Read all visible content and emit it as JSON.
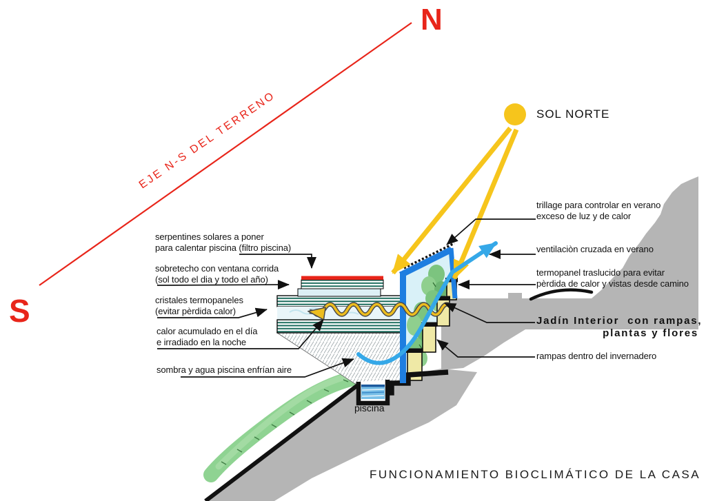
{
  "palette": {
    "axis_red": "#e8251a",
    "sun_yellow": "#f6c51c",
    "ventilation_cyan": "#35a8e8",
    "glass_blue": "#1e7ee0",
    "terrain_gray": "#b5b5b5",
    "vegetation_green": "#8fd392",
    "wall_yellow": "#efe9a6",
    "stripe_teal": "#1a6b5c"
  },
  "compass": {
    "north_letter": "N",
    "south_letter": "S",
    "axis_label": "EJE N-S DEL TERRENO"
  },
  "sun": {
    "label": "SOL NORTE"
  },
  "labels_left": [
    {
      "lines": [
        "serpentines solares a poner",
        "para calentar piscina (filtro piscina)"
      ]
    },
    {
      "lines": [
        "sobretecho con ventana corrida",
        "(sol todo el dia y todo el año)"
      ]
    },
    {
      "lines": [
        "cristales termopaneles",
        "(evitar pèrdida calor)"
      ]
    },
    {
      "lines": [
        "calor acumulado en el día",
        "e irradiado en la noche"
      ]
    },
    {
      "lines": [
        "sombra y agua piscina enfrían aire"
      ]
    }
  ],
  "labels_right": [
    {
      "lines": [
        "trillage para controlar en verano",
        "exceso de luz y de calor"
      ]
    },
    {
      "lines": [
        "ventilaciòn cruzada en verano"
      ]
    },
    {
      "lines": [
        "termopanel traslucido para evitar",
        "pèrdida de calor y vistas desde camino"
      ]
    },
    {
      "lines": [
        "Jadín Interior  con rampas,",
        "plantas y flores"
      ]
    },
    {
      "lines": [
        "rampas dentro del invernadero"
      ]
    }
  ],
  "pool_label": "piscina",
  "title": "FUNCIONAMIENTO BIOCLIMÁTICO DE LA CASA"
}
